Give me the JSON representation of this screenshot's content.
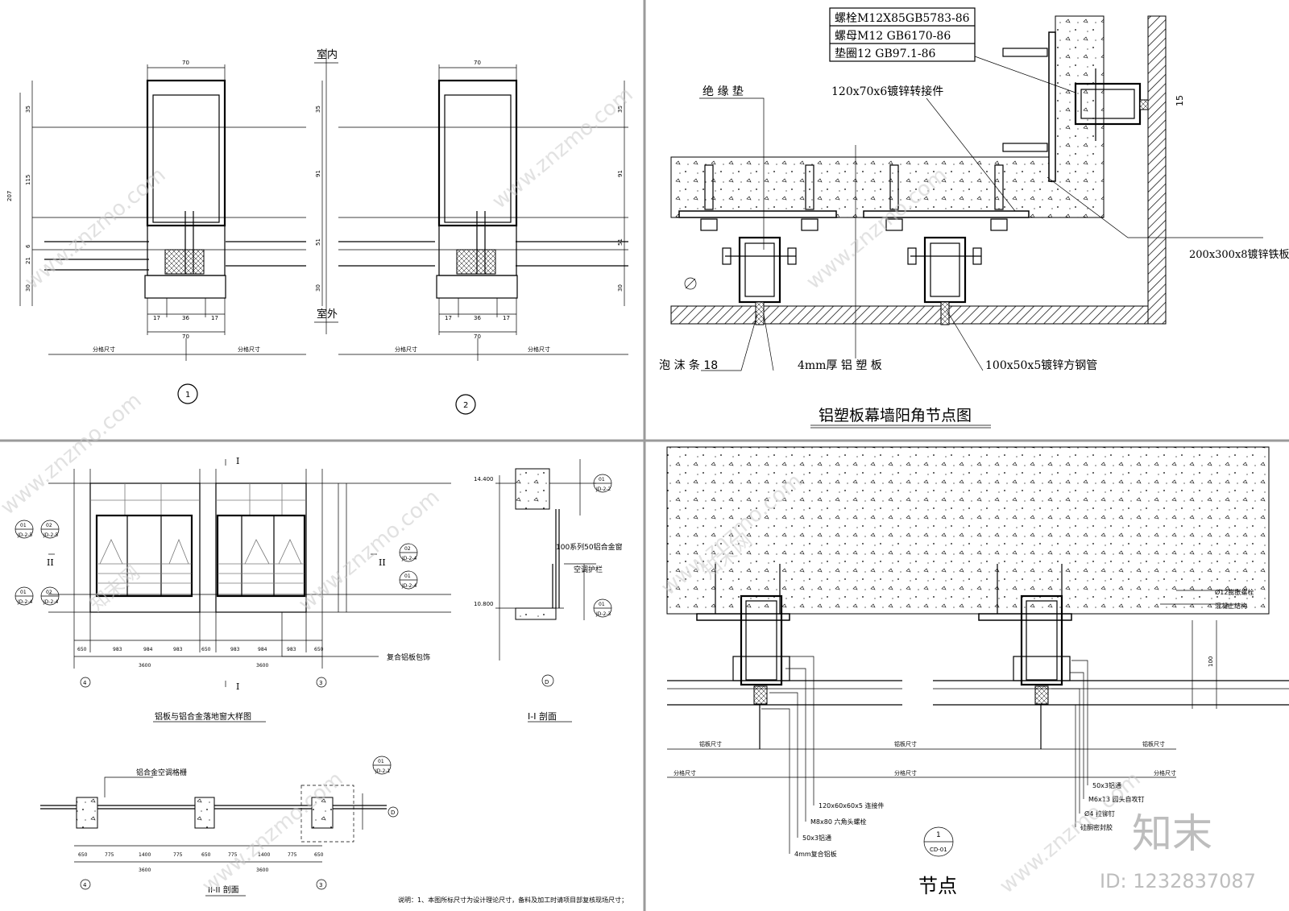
{
  "q1": {
    "label_indoor": "室内",
    "label_outdoor": "室外",
    "dim_70": "70",
    "dim_17": "17",
    "dim_36": "36",
    "dim_35": "35",
    "dim_115": "115",
    "dim_91": "91",
    "dim_207": "207",
    "dim_6": "6",
    "dim_21": "21",
    "dim_30": "30",
    "dim_51": "51",
    "fenge": "分格尺寸",
    "detail_1": "1",
    "detail_2": "2"
  },
  "q2": {
    "bolt_spec": "螺栓M12X85GB5783-86",
    "nut_spec": "螺母M12   GB6170-86",
    "washer_spec": "垫圈12    GB97.1-86",
    "insulation_pad": "绝 缘 垫",
    "connector": "120x70x6镀锌转接件",
    "plate": "200x300x8镀锌铁板",
    "foam_strip": "泡 沫 条  18",
    "acp_panel": "4mm厚 铝 塑 板",
    "steel_tube": "100x50x5镀锌方钢管",
    "dim_15": "15",
    "title": "铝塑板幕墙阳角节点图"
  },
  "q3": {
    "section_mark_I": "I",
    "section_mark_II": "II",
    "ref_01": "01",
    "ref_02": "02",
    "ref_jd25": "JD-2-5",
    "ref_jd24": "JD-2-4",
    "ref_jd22": "JD-2-2",
    "ref_jd23": "JD-2-3",
    "ref_jd21": "JD-2-1",
    "dim_650": "650",
    "dim_983": "983",
    "dim_984": "984",
    "dim_3600": "3600",
    "dim_775": "775",
    "dim_1400": "1400",
    "elev_14400": "14.400",
    "elev_10800": "10.800",
    "axis_4": "4",
    "axis_3": "3",
    "axis_D": "D",
    "clad_label": "复合铝板包饰",
    "window_label": "100系列50铝合金窗",
    "ac_rail": "空调护栏",
    "ac_grille": "铝合金空调格栅",
    "title_elev": "铝板与铝合金落地窗大样图",
    "title_s1": "I-I 剖面",
    "title_s2": "II-II 剖面",
    "note": "说明：1、本图所标尺寸为设计理论尺寸，备料及加工时请项目部复核现场尺寸；"
  },
  "q4": {
    "anchor_bolt": "Ø12膨胀螺栓",
    "concrete": "混凝土结构",
    "alum_panel_size": "铝板尺寸",
    "fenge": "分格尺寸",
    "connector": "120x60x60x5 连接件",
    "hex_bolt": "M8x80  六角头螺栓",
    "alum_channel": "50x3铝通",
    "composite_panel": "4mm复合铝板",
    "alum_channel2": "50x3铝通",
    "screw": "M6x13 圆头自攻钉",
    "rivet": "Ø4 拉铆钉",
    "sealant": "硅酮密封胶",
    "detail_num": "1",
    "detail_ref": "CD-01",
    "title": "节点",
    "dim_100": "100"
  },
  "watermark": {
    "site": "www.znzmo.com",
    "brand_cn": "知末网",
    "logo": "知末",
    "id": "ID: 1232837087"
  }
}
